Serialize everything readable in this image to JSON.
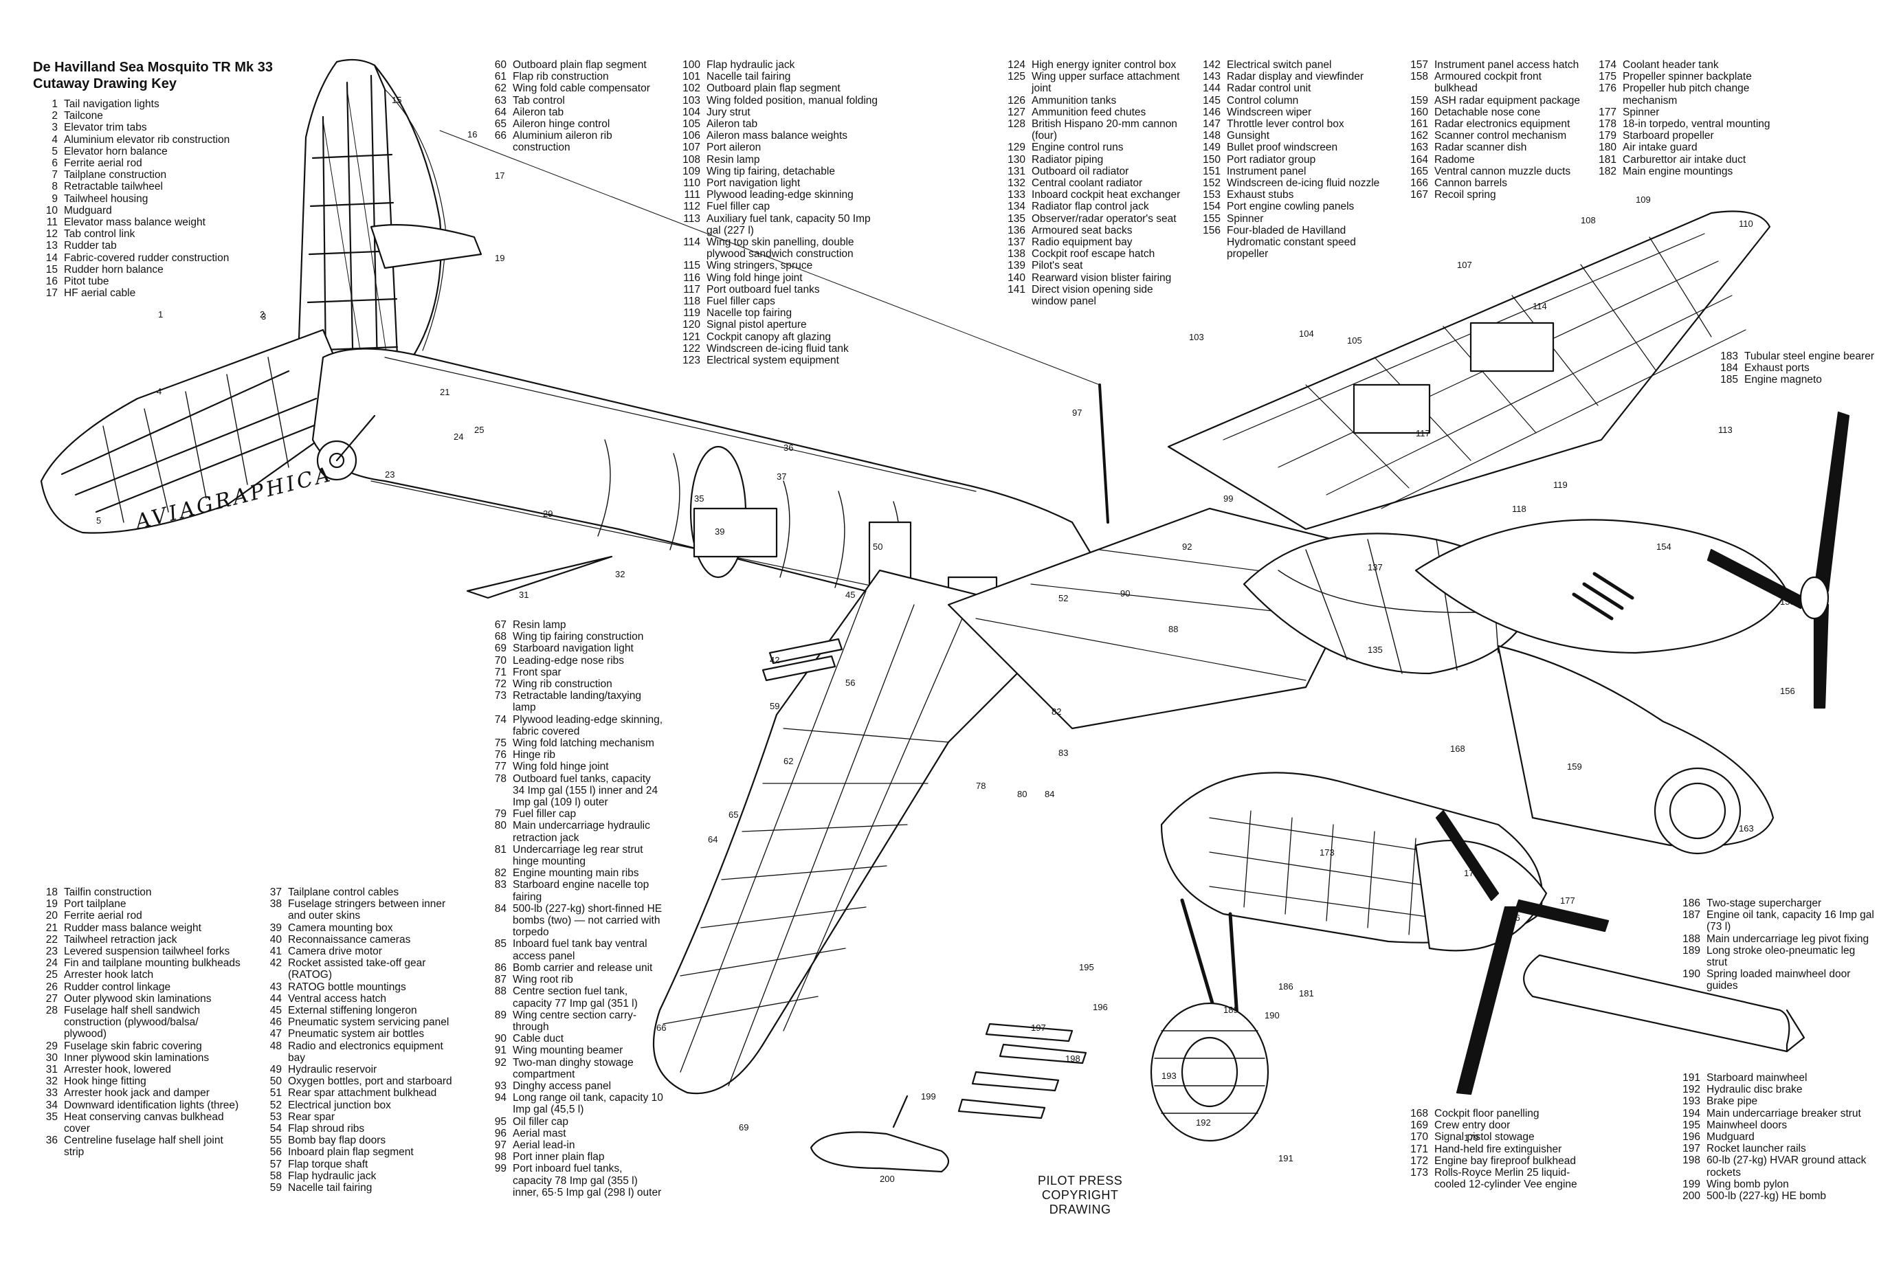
{
  "title": [
    "De Havilland Sea Mosquito TR Mk 33",
    "Cutaway Drawing Key"
  ],
  "watermark": "AVIAGRAPHICA",
  "credit": [
    "PILOT PRESS",
    "COPYRIGHT",
    "DRAWING"
  ],
  "key_columns": [
    {
      "id": "k1",
      "items": [
        [
          "1",
          "Tail navigation lights"
        ],
        [
          "2",
          "Tailcone"
        ],
        [
          "3",
          "Elevator trim tabs"
        ],
        [
          "4",
          "Aluminium elevator rib construction"
        ],
        [
          "5",
          "Elevator horn balance"
        ],
        [
          "6",
          "Ferrite aerial rod"
        ],
        [
          "7",
          "Tailplane construction"
        ],
        [
          "8",
          "Retractable tailwheel"
        ],
        [
          "9",
          "Tailwheel housing"
        ],
        [
          "10",
          "Mudguard"
        ],
        [
          "11",
          "Elevator mass balance weight"
        ],
        [
          "12",
          "Tab control link"
        ],
        [
          "13",
          "Rudder tab"
        ],
        [
          "14",
          "Fabric-covered rudder construction"
        ],
        [
          "15",
          "Rudder horn balance"
        ],
        [
          "16",
          "Pitot tube"
        ],
        [
          "17",
          "HF aerial cable"
        ]
      ]
    },
    {
      "id": "k2",
      "items": [
        [
          "60",
          "Outboard plain flap segment"
        ],
        [
          "61",
          "Flap rib construction"
        ],
        [
          "62",
          "Wing fold cable compensator"
        ],
        [
          "63",
          "Tab control"
        ],
        [
          "64",
          "Aileron tab"
        ],
        [
          "65",
          "Aileron hinge control"
        ],
        [
          "66",
          "Aluminium aileron rib construction"
        ]
      ]
    },
    {
      "id": "k3",
      "items": [
        [
          "100",
          "Flap hydraulic jack"
        ],
        [
          "101",
          "Nacelle tail fairing"
        ],
        [
          "102",
          "Outboard plain flap segment"
        ],
        [
          "103",
          "Wing folded position, manual folding"
        ],
        [
          "104",
          "Jury strut"
        ],
        [
          "105",
          "Aileron tab"
        ],
        [
          "106",
          "Aileron mass balance weights"
        ],
        [
          "107",
          "Port aileron"
        ],
        [
          "108",
          "Resin lamp"
        ],
        [
          "109",
          "Wing tip fairing, detachable"
        ],
        [
          "110",
          "Port navigation light"
        ],
        [
          "111",
          "Plywood leading-edge skinning"
        ],
        [
          "112",
          "Fuel filler cap"
        ],
        [
          "113",
          "Auxiliary fuel tank, capacity 50 Imp gal (227 l)"
        ],
        [
          "114",
          "Wing top skin panelling, double plywood sandwich construction"
        ],
        [
          "115",
          "Wing stringers, spruce"
        ],
        [
          "116",
          "Wing fold hinge joint"
        ],
        [
          "117",
          "Port outboard fuel tanks"
        ],
        [
          "118",
          "Fuel filler caps"
        ],
        [
          "119",
          "Nacelle top fairing"
        ],
        [
          "120",
          "Signal pistol aperture"
        ],
        [
          "121",
          "Cockpit canopy aft glazing"
        ],
        [
          "122",
          "Windscreen de-icing fluid tank"
        ],
        [
          "123",
          "Electrical system equipment"
        ]
      ]
    },
    {
      "id": "k4",
      "items": [
        [
          "124",
          "High energy igniter control box"
        ],
        [
          "125",
          "Wing upper surface attachment joint"
        ],
        [
          "126",
          "Ammunition tanks"
        ],
        [
          "127",
          "Ammunition feed chutes"
        ],
        [
          "128",
          "British Hispano 20-mm cannon (four)"
        ],
        [
          "129",
          "Engine control runs"
        ],
        [
          "130",
          "Radiator piping"
        ],
        [
          "131",
          "Outboard oil radiator"
        ],
        [
          "132",
          "Central coolant radiator"
        ],
        [
          "133",
          "Inboard cockpit heat exchanger"
        ],
        [
          "134",
          "Radiator flap control jack"
        ],
        [
          "135",
          "Observer/radar operator's seat"
        ],
        [
          "136",
          "Armoured seat backs"
        ],
        [
          "137",
          "Radio equipment bay"
        ],
        [
          "138",
          "Cockpit roof escape hatch"
        ],
        [
          "139",
          "Pilot's seat"
        ],
        [
          "140",
          "Rearward vision blister fairing"
        ],
        [
          "141",
          "Direct vision opening side window panel"
        ]
      ]
    },
    {
      "id": "k5",
      "items": [
        [
          "142",
          "Electrical switch panel"
        ],
        [
          "143",
          "Radar display and viewfinder"
        ],
        [
          "144",
          "Radar control unit"
        ],
        [
          "145",
          "Control column"
        ],
        [
          "146",
          "Windscreen wiper"
        ],
        [
          "147",
          "Throttle lever control box"
        ],
        [
          "148",
          "Gunsight"
        ],
        [
          "149",
          "Bullet proof windscreen"
        ],
        [
          "150",
          "Port radiator group"
        ],
        [
          "151",
          "Instrument panel"
        ],
        [
          "152",
          "Windscreen de-icing fluid nozzle"
        ],
        [
          "153",
          "Exhaust stubs"
        ],
        [
          "154",
          "Port engine cowling panels"
        ],
        [
          "155",
          "Spinner"
        ],
        [
          "156",
          "Four-bladed de Havilland Hydromatic constant speed propeller"
        ]
      ]
    },
    {
      "id": "k6",
      "items": [
        [
          "157",
          "Instrument panel access hatch"
        ],
        [
          "158",
          "Armoured cockpit front bulkhead"
        ],
        [
          "159",
          "ASH radar equipment package"
        ],
        [
          "160",
          "Detachable nose cone"
        ],
        [
          "161",
          "Radar electronics equipment"
        ],
        [
          "162",
          "Scanner control mechanism"
        ],
        [
          "163",
          "Radar scanner dish"
        ],
        [
          "164",
          "Radome"
        ],
        [
          "165",
          "Ventral cannon muzzle ducts"
        ],
        [
          "166",
          "Cannon barrels"
        ],
        [
          "167",
          "Recoil spring"
        ]
      ]
    },
    {
      "id": "k7",
      "items": [
        [
          "174",
          "Coolant header tank"
        ],
        [
          "175",
          "Propeller spinner backplate"
        ],
        [
          "176",
          "Propeller hub pitch change mechanism"
        ],
        [
          "177",
          "Spinner"
        ],
        [
          "178",
          "18-in torpedo, ventral mounting"
        ],
        [
          "179",
          "Starboard propeller"
        ],
        [
          "180",
          "Air intake guard"
        ],
        [
          "181",
          "Carburettor air intake duct"
        ],
        [
          "182",
          "Main engine mountings"
        ]
      ]
    },
    {
      "id": "k8",
      "items": [
        [
          "183",
          "Tubular steel engine bearer"
        ],
        [
          "184",
          "Exhaust ports"
        ],
        [
          "185",
          "Engine magneto"
        ]
      ]
    },
    {
      "id": "k9",
      "items": [
        [
          "67",
          "Resin lamp"
        ],
        [
          "68",
          "Wing tip fairing construction"
        ],
        [
          "69",
          "Starboard navigation light"
        ],
        [
          "70",
          "Leading-edge nose ribs"
        ],
        [
          "71",
          "Front spar"
        ],
        [
          "72",
          "Wing rib construction"
        ],
        [
          "73",
          "Retractable landing/taxying lamp"
        ],
        [
          "74",
          "Plywood leading-edge skinning, fabric covered"
        ],
        [
          "75",
          "Wing fold latching mechanism"
        ],
        [
          "76",
          "Hinge rib"
        ],
        [
          "77",
          "Wing fold hinge joint"
        ],
        [
          "78",
          "Outboard fuel tanks, capacity 34 Imp gal (155 l) inner and 24 Imp gal (109 l) outer"
        ],
        [
          "79",
          "Fuel filler cap"
        ],
        [
          "80",
          "Main undercarriage hydraulic retraction jack"
        ],
        [
          "81",
          "Undercarriage leg rear strut hinge mounting"
        ],
        [
          "82",
          "Engine mounting main ribs"
        ],
        [
          "83",
          "Starboard engine nacelle top fairing"
        ],
        [
          "84",
          "500-lb (227-kg) short-finned HE bombs (two) — not carried with torpedo"
        ],
        [
          "85",
          "Inboard fuel tank bay ventral access panel"
        ],
        [
          "86",
          "Bomb carrier and release unit"
        ],
        [
          "87",
          "Wing root rib"
        ],
        [
          "88",
          "Centre section fuel tank, capacity 77 Imp gal (351 l)"
        ],
        [
          "89",
          "Wing centre section carry-through"
        ],
        [
          "90",
          "Cable duct"
        ],
        [
          "91",
          "Wing mounting beamer"
        ],
        [
          "92",
          "Two-man dinghy stowage compartment"
        ],
        [
          "93",
          "Dinghy access panel"
        ],
        [
          "94",
          "Long range oil tank, capacity 10 Imp gal (45,5 l)"
        ],
        [
          "95",
          "Oil filler cap"
        ],
        [
          "96",
          "Aerial mast"
        ],
        [
          "97",
          "Aerial lead-in"
        ],
        [
          "98",
          "Port inner plain flap"
        ],
        [
          "99",
          "Port inboard fuel tanks, capacity 78 Imp gal (355 l) inner, 65·5 Imp gal (298 l) outer"
        ]
      ]
    },
    {
      "id": "k10",
      "items": [
        [
          "18",
          "Tailfin construction"
        ],
        [
          "19",
          "Port tailplane"
        ],
        [
          "20",
          "Ferrite aerial rod"
        ],
        [
          "21",
          "Rudder mass balance weight"
        ],
        [
          "22",
          "Tailwheel retraction jack"
        ],
        [
          "23",
          "Levered suspension tailwheel forks"
        ],
        [
          "24",
          "Fin and tailplane mounting bulkheads"
        ],
        [
          "25",
          "Arrester hook latch"
        ],
        [
          "26",
          "Rudder control linkage"
        ],
        [
          "27",
          "Outer plywood skin laminations"
        ],
        [
          "28",
          "Fuselage half shell sandwich construction (plywood/balsa/ plywood)"
        ],
        [
          "29",
          "Fuselage skin fabric covering"
        ],
        [
          "30",
          "Inner plywood skin laminations"
        ],
        [
          "31",
          "Arrester hook, lowered"
        ],
        [
          "32",
          "Hook hinge fitting"
        ],
        [
          "33",
          "Arrester hook jack and damper"
        ],
        [
          "34",
          "Downward identification lights (three)"
        ],
        [
          "35",
          "Heat conserving canvas bulkhead cover"
        ],
        [
          "36",
          "Centreline fuselage half shell joint strip"
        ]
      ]
    },
    {
      "id": "k11",
      "items": [
        [
          "37",
          "Tailplane control cables"
        ],
        [
          "38",
          "Fuselage stringers between inner and outer skins"
        ],
        [
          "39",
          "Camera mounting box"
        ],
        [
          "40",
          "Reconnaissance cameras"
        ],
        [
          "41",
          "Camera drive motor"
        ],
        [
          "42",
          "Rocket assisted take-off gear (RATOG)"
        ],
        [
          "43",
          "RATOG bottle mountings"
        ],
        [
          "44",
          "Ventral access hatch"
        ],
        [
          "45",
          "External stiffening longeron"
        ],
        [
          "46",
          "Pneumatic system servicing panel"
        ],
        [
          "47",
          "Pneumatic system air bottles"
        ],
        [
          "48",
          "Radio and electronics equipment bay"
        ],
        [
          "49",
          "Hydraulic reservoir"
        ],
        [
          "50",
          "Oxygen bottles, port and starboard"
        ],
        [
          "51",
          "Rear spar attachment bulkhead"
        ],
        [
          "52",
          "Electrical junction box"
        ],
        [
          "53",
          "Rear spar"
        ],
        [
          "54",
          "Flap shroud ribs"
        ],
        [
          "55",
          "Bomb bay flap doors"
        ],
        [
          "56",
          "Inboard plain flap segment"
        ],
        [
          "57",
          "Flap torque shaft"
        ],
        [
          "58",
          "Flap hydraulic jack"
        ],
        [
          "59",
          "Nacelle tail fairing"
        ]
      ]
    },
    {
      "id": "k12",
      "items": [
        [
          "168",
          "Cockpit floor panelling"
        ],
        [
          "169",
          "Crew entry door"
        ],
        [
          "170",
          "Signal pistol stowage"
        ],
        [
          "171",
          "Hand-held fire extinguisher"
        ],
        [
          "172",
          "Engine bay fireproof bulkhead"
        ],
        [
          "173",
          "Rolls-Royce Merlin 25 liquid-cooled 12-cylinder Vee engine"
        ]
      ]
    },
    {
      "id": "k13",
      "items": [
        [
          "186",
          "Two-stage supercharger"
        ],
        [
          "187",
          "Engine oil tank, capacity 16 Imp gal (73 l)"
        ],
        [
          "188",
          "Main undercarriage leg pivot fixing"
        ],
        [
          "189",
          "Long stroke oleo-pneumatic leg strut"
        ],
        [
          "190",
          "Spring loaded mainwheel door guides"
        ]
      ]
    },
    {
      "id": "k14",
      "items": [
        [
          "191",
          "Starboard mainwheel"
        ],
        [
          "192",
          "Hydraulic disc brake"
        ],
        [
          "193",
          "Brake pipe"
        ],
        [
          "194",
          "Main undercarriage breaker strut"
        ],
        [
          "195",
          "Mainwheel doors"
        ],
        [
          "196",
          "Mudguard"
        ],
        [
          "197",
          "Rocket launcher rails"
        ],
        [
          "198",
          "60-lb (27-kg) HVAR ground attack rockets"
        ],
        [
          "199",
          "Wing bomb pylon"
        ],
        [
          "200",
          "500-lb (227-kg) HE bomb"
        ]
      ]
    }
  ],
  "callouts": [
    "1",
    "2",
    "3",
    "4",
    "5",
    "15",
    "16",
    "17",
    "19",
    "21",
    "23",
    "24",
    "25",
    "29",
    "31",
    "32",
    "35",
    "36",
    "37",
    "39",
    "42",
    "45",
    "50",
    "52",
    "56",
    "59",
    "62",
    "64",
    "65",
    "66",
    "69",
    "78",
    "80",
    "82",
    "83",
    "84",
    "88",
    "90",
    "92",
    "97",
    "99",
    "103",
    "104",
    "105",
    "107",
    "108",
    "109",
    "110",
    "113",
    "114",
    "117",
    "118",
    "119",
    "135",
    "137",
    "154",
    "155",
    "156",
    "159",
    "163",
    "168",
    "173",
    "175",
    "176",
    "177",
    "179",
    "181",
    "186",
    "189",
    "190",
    "191",
    "192",
    "193",
    "195",
    "196",
    "197",
    "198",
    "199",
    "200"
  ]
}
